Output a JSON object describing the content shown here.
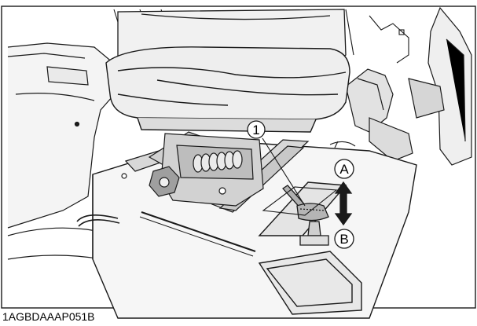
{
  "figure_code": "1AGBDAAAP051B",
  "callouts": {
    "lever": "1",
    "up": "A",
    "down": "B"
  },
  "colors": {
    "line": "#1a1a1a",
    "shade_light": "#e9e9e9",
    "shade_mid": "#cfcfcf",
    "shade_dark": "#8c8c8c",
    "knob": "#b5b5b5"
  }
}
